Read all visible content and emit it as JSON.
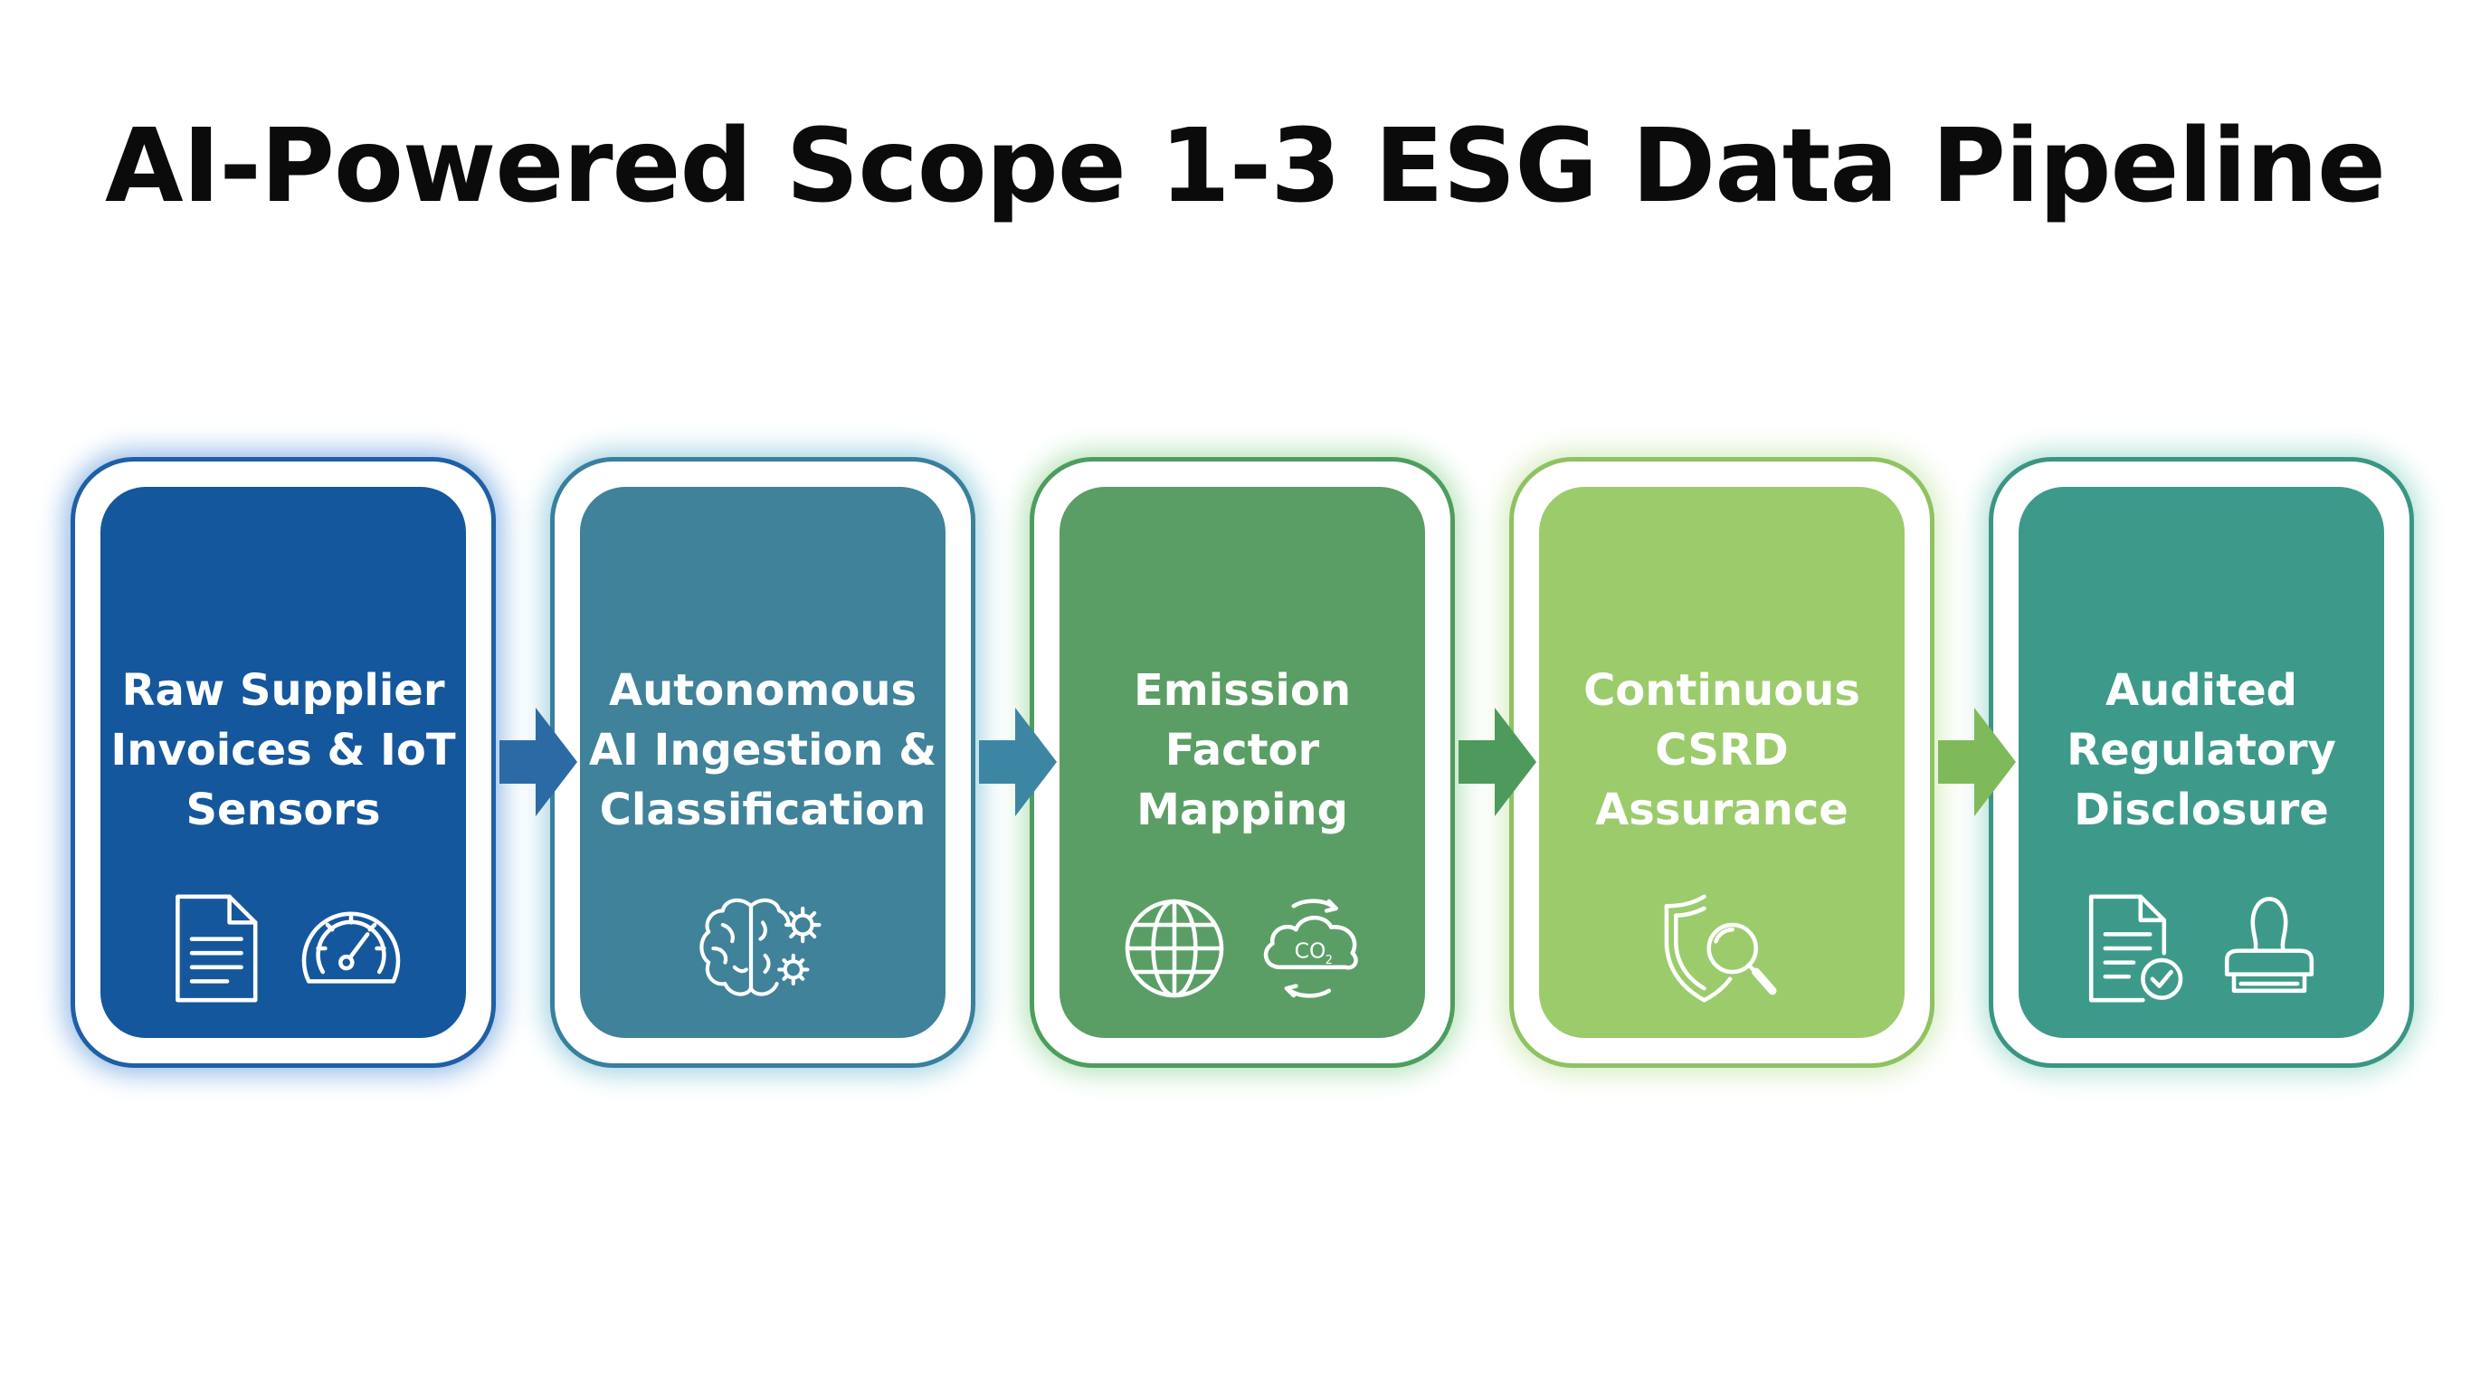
{
  "title": "AI-Powered Scope 1-3 ESG Data Pipeline",
  "steps": [
    {
      "label": "Raw Supplier Invoices & IoT Sensors",
      "fill": "#15579c",
      "border": "#1f5fa5",
      "glow": "#8fb8e6",
      "icons": [
        "document-icon",
        "gauge-icon"
      ]
    },
    {
      "label": "Autonomous AI Ingestion & Classification",
      "fill": "#3f8299",
      "border": "#3a7f9c",
      "glow": "#9fd2e0",
      "icons": [
        "brain-gears-icon"
      ]
    },
    {
      "label": "Emission Factor Mapping",
      "fill": "#5a9e66",
      "border": "#4f9d5e",
      "glow": "#b3e2b8",
      "icons": [
        "globe-icon",
        "co2-cloud-icon"
      ]
    },
    {
      "label": "Continuous CSRD Assurance",
      "fill": "#9ccb6c",
      "border": "#8fc262",
      "glow": "#d5ecbf",
      "icons": [
        "shield-magnifier-icon"
      ]
    },
    {
      "label": "Audited Regulatory Disclosure",
      "fill": "#3d9a8a",
      "border": "#3b9584",
      "glow": "#aee0d6",
      "icons": [
        "checked-document-icon",
        "stamp-icon"
      ]
    }
  ],
  "arrows": [
    {
      "color": "#2c6aa5"
    },
    {
      "color": "#3d86a3"
    },
    {
      "color": "#4e9a5c"
    },
    {
      "color": "#7fba5a"
    }
  ]
}
